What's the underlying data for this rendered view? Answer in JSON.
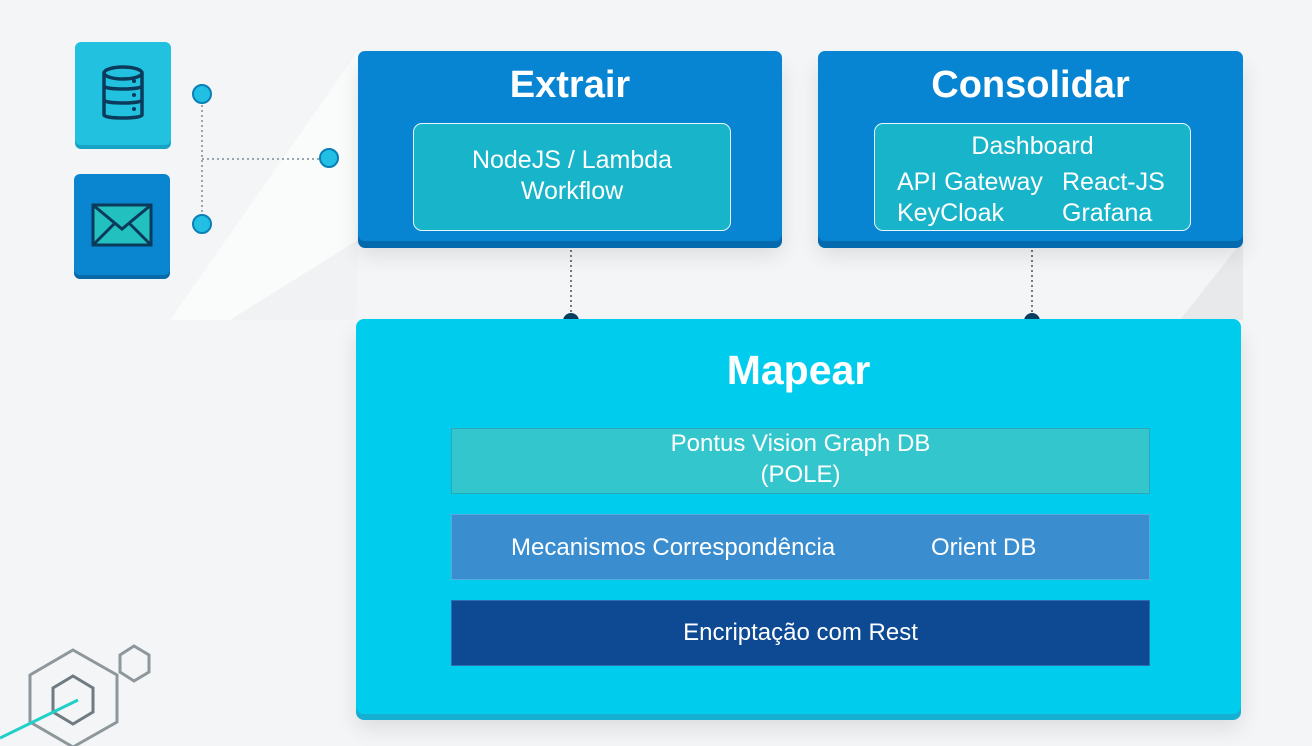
{
  "sources": {
    "database_icon": "database-icon",
    "email_icon": "envelope-icon"
  },
  "extrair": {
    "title": "Extrair",
    "line1": "NodeJS / Lambda",
    "line2": "Workflow"
  },
  "consolidar": {
    "title": "Consolidar",
    "heading": "Dashboard",
    "items": [
      "API Gateway",
      "KeyCloak",
      "React-JS",
      "Grafana"
    ]
  },
  "mapear": {
    "title": "Mapear",
    "graph_line1": "Pontus Vision Graph DB",
    "graph_line2": "(POLE)",
    "matching": "Mecanismos Correspondência",
    "orient": "Orient DB",
    "encryption": "Encriptação com Rest"
  },
  "colors": {
    "background": "#f4f5f6",
    "top_card": "#0885d2",
    "mapear_card": "#00cdee",
    "graph_layer": "#33c6cc",
    "matching_layer": "#3a8ed0",
    "encryption_layer": "#0d4a93"
  }
}
